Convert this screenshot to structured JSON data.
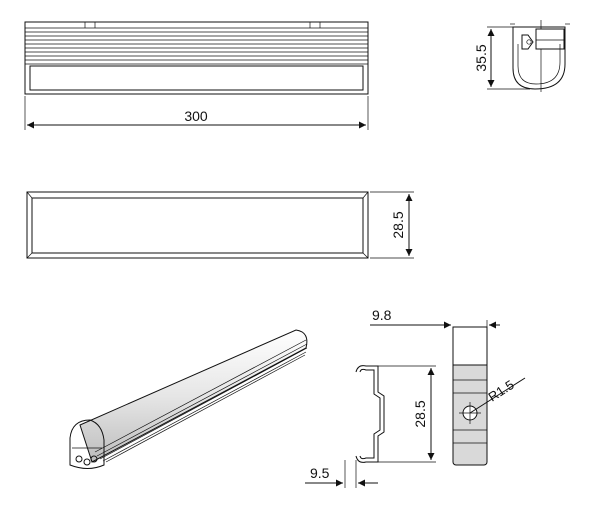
{
  "dimensions": {
    "length_top": "300",
    "height_side": "35.5",
    "height_front": "28.5",
    "clip_width": "9.8",
    "clip_height": "28.5",
    "clip_base": "9.5",
    "radius": "R1.5"
  },
  "colors": {
    "line": "#111111",
    "fill": "#d9d9d9",
    "background": "#ffffff"
  }
}
